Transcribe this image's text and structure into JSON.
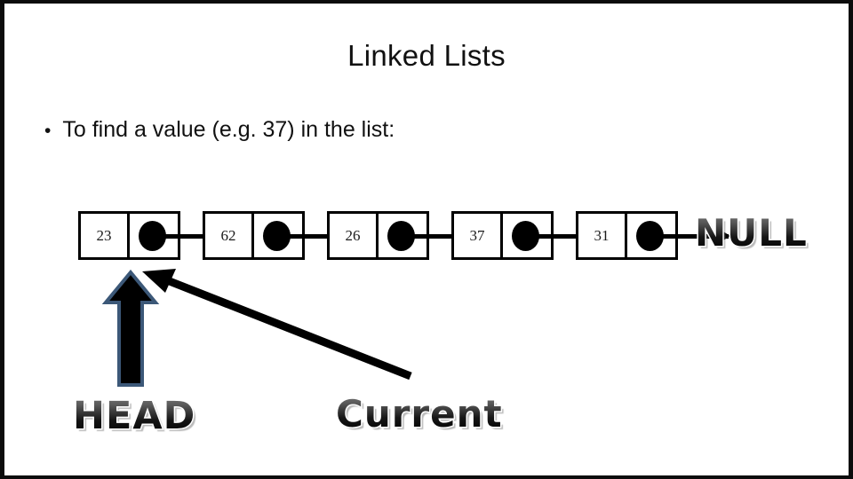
{
  "slide": {
    "title": "Linked Lists",
    "bullet_marker": "•",
    "bullet_text": "To find a value (e.g. 37) in the list:",
    "background_color": "#ffffff",
    "border_color": "#0c0c0c",
    "text_color": "#111111"
  },
  "diagram": {
    "type": "singly-linked-list",
    "node_fill": "#ffffff",
    "node_border": "#000000",
    "pointer_dot_color": "#000000",
    "nodes": [
      {
        "value": "23",
        "pointer": "dot",
        "next_arrow": true
      },
      {
        "value": "62",
        "pointer": "dot",
        "next_arrow": true
      },
      {
        "value": "26",
        "pointer": "dot",
        "next_arrow": true
      },
      {
        "value": "37",
        "pointer": "dot",
        "next_arrow": true
      },
      {
        "value": "31",
        "pointer": "dot",
        "next_arrow": true
      }
    ],
    "terminator": "NULL"
  },
  "annotations": {
    "head": {
      "label": "HEAD",
      "arrow": "block-arrow-up",
      "arrow_fill": "#000000",
      "arrow_outline": "#3c5878",
      "points_to": "23"
    },
    "current": {
      "label": "Current",
      "arrow": "line-arrow-up-left",
      "arrow_color": "#000000",
      "points_to": "23"
    }
  }
}
